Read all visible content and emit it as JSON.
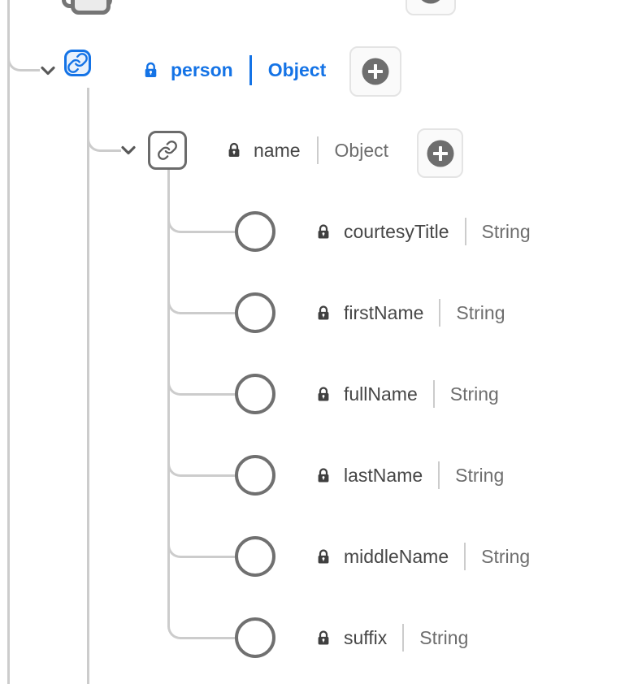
{
  "colors": {
    "accent_blue": "#1473e6",
    "selected_node_fill": "#e8f1fc",
    "node_border_gray": "#6b6b6b",
    "text_dark": "#464646",
    "text_muted": "#6e6e6e",
    "connector_gray": "#cccccc",
    "add_button_circle": "#6e6e6e"
  },
  "icons": {
    "object_node": "link-icon",
    "leaf_node": "circle-icon",
    "locked": "lock-icon",
    "add_field": "plus-circle-icon",
    "expand": "chevron-down-icon",
    "partial_top_node": "layers-icon"
  },
  "tree": {
    "partial_top_node": {
      "icon": "layers-icon"
    },
    "person_node": {
      "name": "person",
      "type": "Object",
      "locked": true,
      "selected": true,
      "expanded": true
    },
    "name_node": {
      "name": "name",
      "type": "Object",
      "locked": true,
      "selected": false,
      "expanded": true
    },
    "leaves": [
      {
        "name": "courtesyTitle",
        "type": "String",
        "locked": true
      },
      {
        "name": "firstName",
        "type": "String",
        "locked": true
      },
      {
        "name": "fullName",
        "type": "String",
        "locked": true
      },
      {
        "name": "lastName",
        "type": "String",
        "locked": true
      },
      {
        "name": "middleName",
        "type": "String",
        "locked": true
      },
      {
        "name": "suffix",
        "type": "String",
        "locked": true
      }
    ]
  }
}
